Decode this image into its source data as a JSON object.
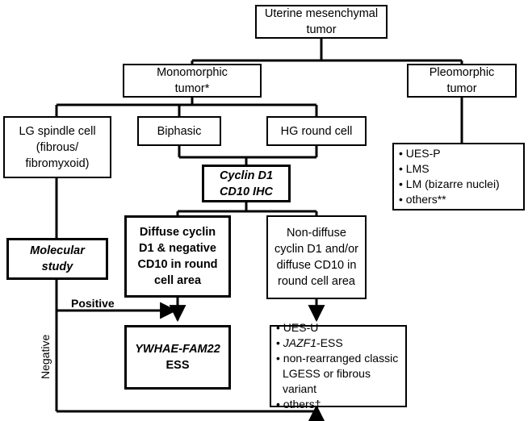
{
  "root": {
    "line1": "Uterine mesenchymal",
    "line2": "tumor"
  },
  "monomorphic": {
    "line1": "Monomorphic",
    "line2": "tumor*"
  },
  "pleomorphic": {
    "line1": "Pleomorphic",
    "line2": "tumor"
  },
  "lg_spindle": {
    "line1": "LG spindle cell",
    "line2": "(fibrous/",
    "line3": "fibromyxoid)"
  },
  "biphasic": {
    "label": "Biphasic"
  },
  "hg_round": {
    "label": "HG round cell"
  },
  "ihc": {
    "line1": "Cyclin D1",
    "line2": "CD10 IHC"
  },
  "diffuse": {
    "line1": "Diffuse cyclin",
    "line2": "D1 & negative",
    "line3": "CD10 in round",
    "line4": "cell area"
  },
  "nondiffuse": {
    "line1": "Non-diffuse",
    "line2": "cyclin D1 and/or",
    "line3": "diffuse CD10 in",
    "line4": "round cell area"
  },
  "molecular": {
    "line1": "Molecular",
    "line2": "study"
  },
  "ywhae": {
    "line1": "YWHAE-FAM22",
    "line2": "ESS"
  },
  "pleo_list": [
    "UES-P",
    "LMS",
    "LM (bizarre nuclei)",
    "others**"
  ],
  "outcome_list": {
    "item1": "UES-U",
    "item2_gene": "JAZF1",
    "item2_rest": "-ESS",
    "item3a": "non-rearranged classic",
    "item3b": "LGESS or fibrous variant",
    "item4": "others†"
  },
  "edge_labels": {
    "positive": "Positive",
    "negative": "Negative"
  }
}
